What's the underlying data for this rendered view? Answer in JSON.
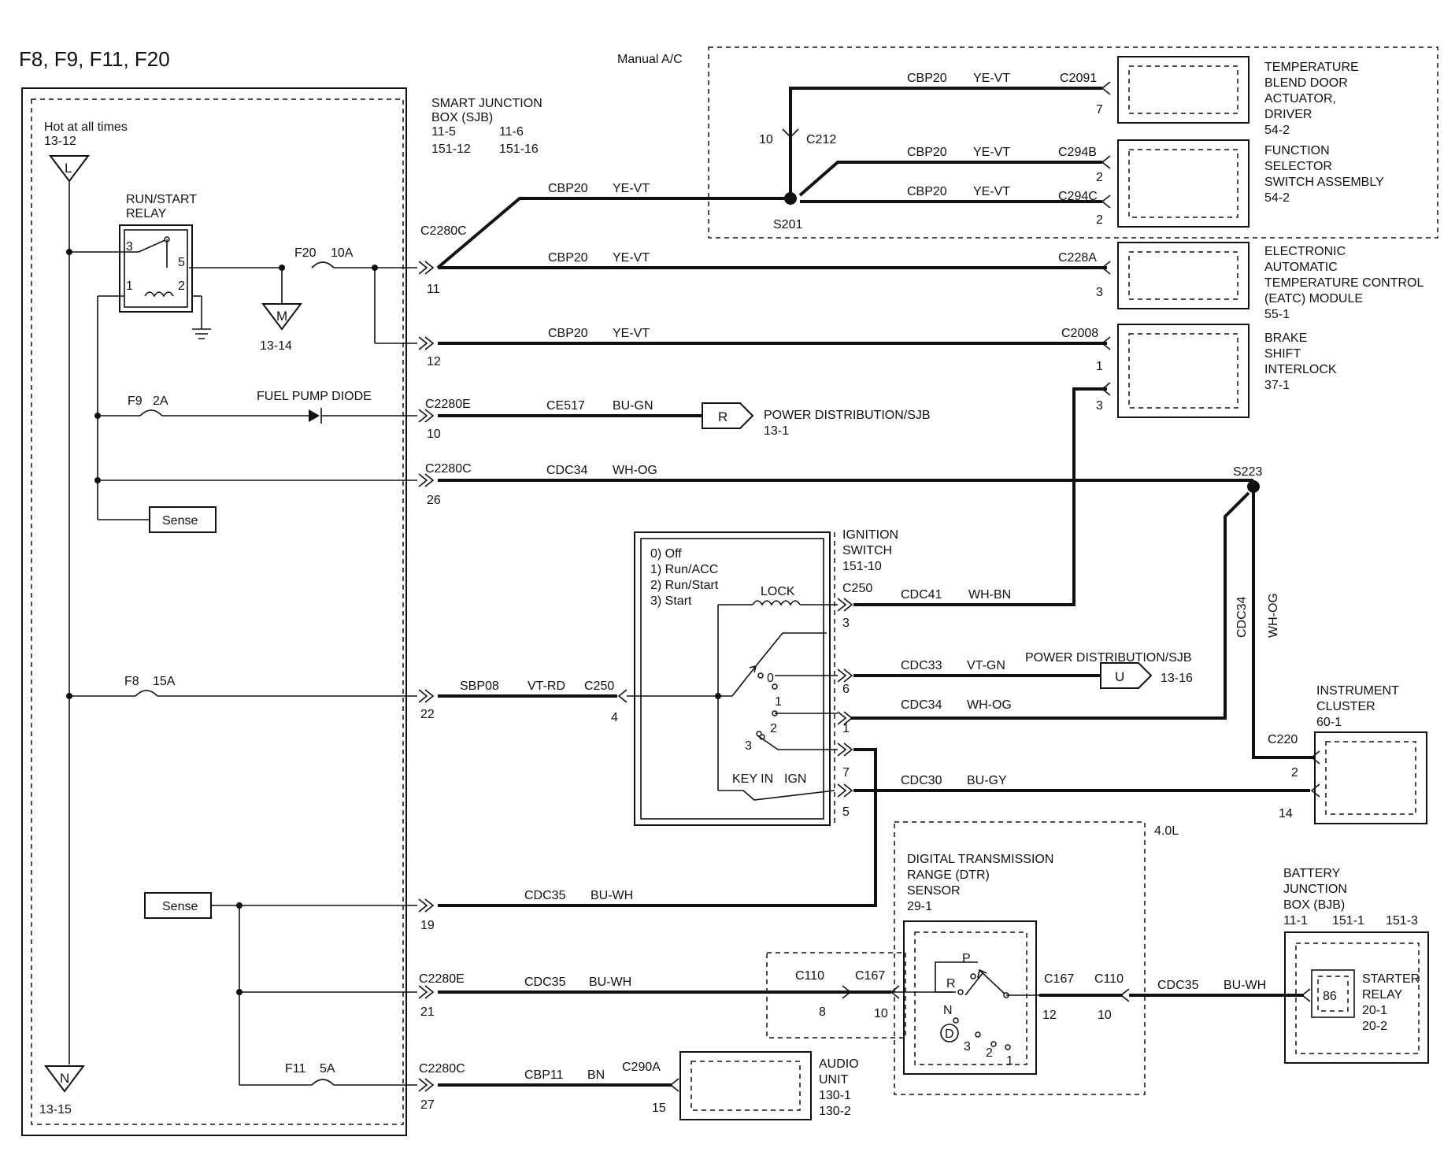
{
  "title": "F8, F9, F11, F20",
  "manual_ac": "Manual A/C",
  "hot_at_all_times": "Hot at all times",
  "hot_ref": "13-12",
  "conn_L": "L",
  "conn_M": "M",
  "conn_M_ref": "13-14",
  "conn_N": "N",
  "conn_N_ref": "13-15",
  "conn_R": "R",
  "conn_U": "U",
  "run_start_relay": [
    "RUN/START",
    "RELAY"
  ],
  "relay_pins": [
    "3",
    "5",
    "1",
    "2"
  ],
  "fuse_f20": "F20",
  "fuse_f20_amps": "10A",
  "fuse_f9": "F9",
  "fuse_f9_amps": "2A",
  "fuel_pump_diode": "FUEL PUMP DIODE",
  "sense_top": "Sense",
  "sense_bottom": "Sense",
  "fuse_f8": "F8",
  "fuse_f8_amps": "15A",
  "fuse_f11": "F11",
  "fuse_f11_amps": "5A",
  "sjb": {
    "name": [
      "SMART  JUNCTION",
      "BOX (SJB)"
    ],
    "refs_a": [
      "11-5",
      "151-12"
    ],
    "refs_b": [
      "11-6",
      "151-16"
    ]
  },
  "sjb_connectors": {
    "c2280c_1": "C2280C",
    "c2280e_1": "C2280E",
    "c2280c_2": "C2280C",
    "c2280e_2": "C2280E",
    "c2280c_3": "C2280C"
  },
  "sjb_pins": {
    "p11": "11",
    "p12": "12",
    "p10": "10",
    "p26": "26",
    "p22": "22",
    "p19": "19",
    "p21": "21",
    "p27": "27"
  },
  "wires": {
    "w1": {
      "circuit": "CBP20",
      "color": "YE-VT"
    },
    "w2": {
      "circuit": "CBP20",
      "color": "YE-VT"
    },
    "w3": {
      "circuit": "CBP20",
      "color": "YE-VT"
    },
    "w4": {
      "circuit": "CBP20",
      "color": "YE-VT"
    },
    "w5": {
      "circuit": "CBP20",
      "color": "YE-VT"
    },
    "w6": {
      "circuit": "CBP20",
      "color": "YE-VT"
    },
    "w7": {
      "circuit": "CE517",
      "color": "BU-GN"
    },
    "w8": {
      "circuit": "CDC34",
      "color": "WH-OG"
    },
    "w9": {
      "circuit": "CDC41",
      "color": "WH-BN"
    },
    "w10": {
      "circuit": "SBP08",
      "color": "VT-RD"
    },
    "w11": {
      "circuit": "CDC33",
      "color": "VT-GN"
    },
    "w12": {
      "circuit": "CDC34",
      "color": "WH-OG"
    },
    "w13": {
      "circuit": "CDC30",
      "color": "BU-GY"
    },
    "w14": {
      "circuit": "CDC35",
      "color": "BU-WH"
    },
    "w15": {
      "circuit": "CDC35",
      "color": "BU-WH"
    },
    "w16": {
      "circuit": "CBP11",
      "color": "BN"
    },
    "w17": {
      "circuit": "CDC35",
      "color": "BU-WH"
    },
    "w_vert": {
      "circuit": "CDC34",
      "color": "WH-OG"
    }
  },
  "splices": {
    "s201": "S201",
    "s223": "S223"
  },
  "c212": {
    "name": "C212",
    "pin": "10"
  },
  "temp_blend": {
    "connector": "C2091",
    "pin": "7",
    "name": [
      "TEMPERATURE",
      "BLEND DOOR",
      "ACTUATOR,",
      "DRIVER"
    ],
    "ref": "54-2"
  },
  "function_selector": {
    "connector_a": "C294B",
    "pin_a": "2",
    "connector_b": "C294C",
    "pin_b": "2",
    "name": [
      "FUNCTION",
      "SELECTOR",
      "SWITCH ASSEMBLY"
    ],
    "ref": "54-2"
  },
  "eatc": {
    "connector": "C228A",
    "pin": "3",
    "name": [
      "ELECTRONIC",
      "AUTOMATIC",
      "TEMPERATURE CONTROL",
      "(EATC) MODULE"
    ],
    "ref": "55-1"
  },
  "brake_shift": {
    "connector": "C2008",
    "pin_a": "1",
    "pin_b": "3",
    "name": [
      "BRAKE",
      "SHIFT",
      "INTERLOCK"
    ],
    "ref": "37-1"
  },
  "power_dist_r": {
    "name": "POWER DISTRIBUTION/SJB",
    "ref": "13-1"
  },
  "power_dist_u": {
    "name": "POWER DISTRIBUTION/SJB",
    "ref": "13-16"
  },
  "ignition": {
    "name": [
      "IGNITION",
      "SWITCH"
    ],
    "ref": "151-10",
    "positions": [
      "0) Off",
      "1) Run/ACC",
      "2) Run/Start",
      "3) Start"
    ],
    "lock": "LOCK",
    "key_in": "KEY IN",
    "ign": "IGN",
    "c250_in": "C250",
    "c250_in_pin": "4",
    "c250_out": "C250",
    "pins": {
      "p3": "3",
      "p6": "6",
      "p1": "1",
      "p7": "7",
      "p5": "5"
    },
    "contacts": {
      "c0": "0",
      "c1": "1",
      "c2": "2",
      "c3": "3"
    }
  },
  "instrument_cluster": {
    "name": [
      "INSTRUMENT",
      "CLUSTER"
    ],
    "ref": "60-1",
    "connector": "C220",
    "pin_a": "2",
    "pin_b": "14"
  },
  "engine_4_0l": "4.0L",
  "dtr": {
    "name": [
      "DIGITAL TRANSMISSION",
      "RANGE (DTR)",
      "SENSOR"
    ],
    "ref": "29-1",
    "positions": {
      "P": "P",
      "R": "R",
      "N": "N",
      "D": "D",
      "three": "3",
      "two": "2",
      "one": "1"
    }
  },
  "inline": {
    "c110_a": "C110",
    "c110_a_pin": "8",
    "c167_a": "C167",
    "c167_a_pin": "10",
    "c167_b": "C167",
    "c167_b_pin": "12",
    "c110_b": "C110",
    "c110_b_pin": "10"
  },
  "bjb": {
    "name": [
      "BATTERY",
      "JUNCTION",
      "BOX (BJB)"
    ],
    "refs": [
      "11-1",
      "151-1",
      "151-3"
    ],
    "starter_relay": [
      "STARTER",
      "RELAY"
    ],
    "starter_refs": [
      "20-1",
      "20-2"
    ],
    "pin": "86"
  },
  "audio": {
    "connector": "C290A",
    "pin": "15",
    "name": [
      "AUDIO",
      "UNIT"
    ],
    "refs": [
      "130-1",
      "130-2"
    ]
  }
}
